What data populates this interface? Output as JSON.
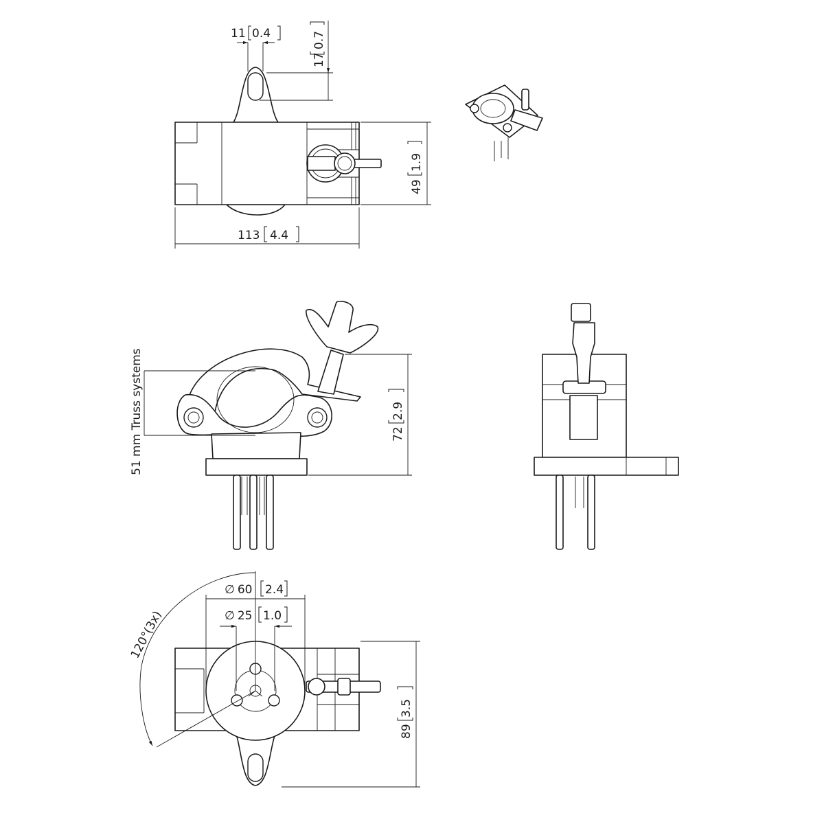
{
  "dimensions": {
    "tab_width": {
      "mm": "11",
      "inch": "0.4"
    },
    "tab_height": {
      "mm": "17",
      "inch": "0.7"
    },
    "body_height": {
      "mm": "49",
      "inch": "1.9"
    },
    "overall_length": {
      "mm": "113",
      "inch": "4.4"
    },
    "clamp_height": {
      "mm": "72",
      "inch": "2.9"
    },
    "truss_note": "51 mm Truss systems",
    "bolt_circle": {
      "symbol": "∅",
      "mm": "60",
      "inch": "2.4"
    },
    "center_hole": {
      "symbol": "∅",
      "mm": "25",
      "inch": "1.0"
    },
    "angle_note": "120°(3x)",
    "base_height": {
      "mm": "89",
      "inch": "3.5"
    }
  },
  "colors": {
    "line": "#1a1a1a",
    "background": "#ffffff"
  }
}
